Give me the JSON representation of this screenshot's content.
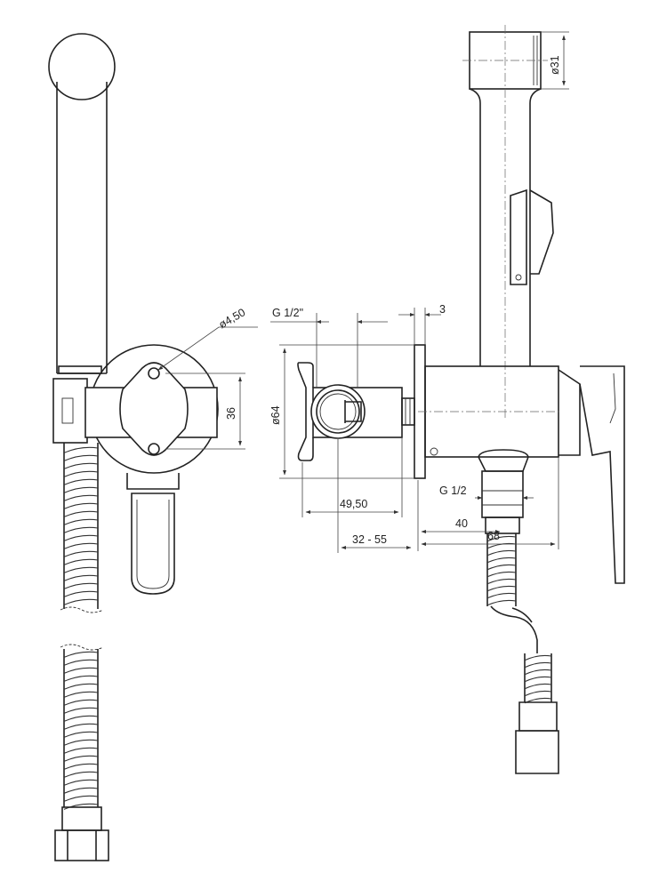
{
  "dimensions": {
    "d_4_50": "ø4,50",
    "d_36": "36",
    "g_half_inch": "G 1/2\"",
    "d_3": "3",
    "d_64": "ø64",
    "d_31": "ø31",
    "d_49_50": "49,50",
    "g_half": "G 1/2",
    "d_40": "40",
    "d_68": "68",
    "d_32_55": "32 - 55"
  }
}
